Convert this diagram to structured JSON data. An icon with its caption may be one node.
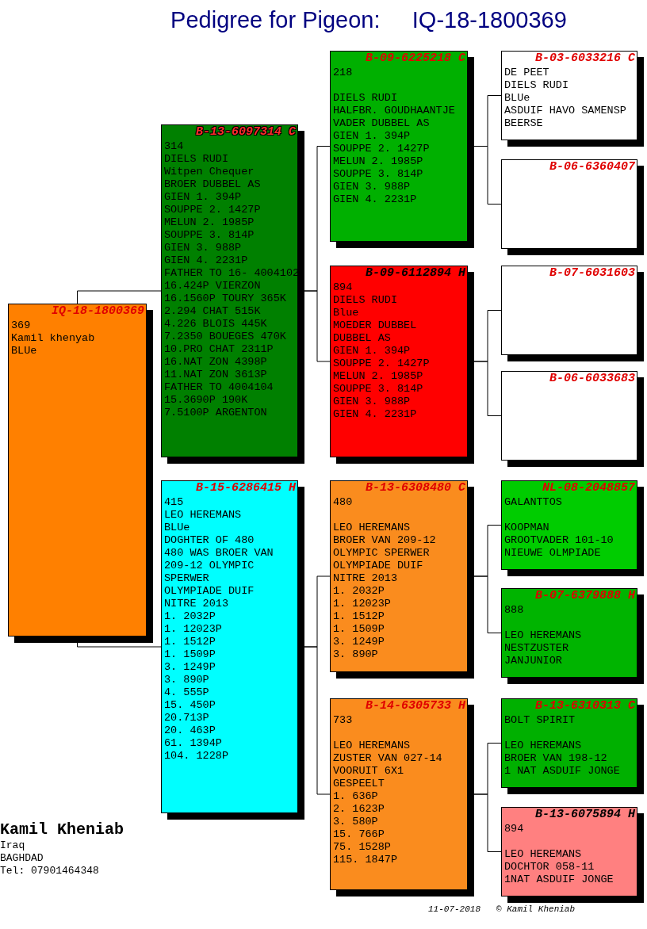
{
  "diagram": {
    "title": "Pedigree for Pigeon:     IQ-18-1800369",
    "nodes": [
      {
        "text": [
          "IQ-18-1800369",
          "369",
          "Kamil khenyab",
          "BLUe"
        ]
      },
      {
        "text": [
          "B-13-6097314 C",
          "314",
          "DIELS RUDI",
          "Witpen Chequer",
          "BROER DUBBEL AS",
          "GIEN 1. 394P",
          "SOUPPE 2. 1427P",
          "MELUN 2. 1985P",
          "SOUPPE 3. 814P",
          "GIEN 3. 988P",
          "GIEN 4. 2231P",
          "FATHER TO 16- 4004102",
          "16.424P VIERZON",
          "16.1560P TOURY 365K",
          "2.294 CHAT 515K",
          "4.226 BLOIS 445K",
          "7.2350 BOUEGES 470K",
          "10.PRO CHAT 2311P",
          "16.NAT ZON 4398P",
          "11.NAT ZON 3613P",
          "FATHER TO 4004104",
          "15.3690P 190K",
          "7.5100P ARGENTON"
        ]
      },
      {
        "text": [
          "B-15-6286415 H",
          "415",
          "LEO HEREMANS",
          "BLUe",
          "DOGHTER OF 480",
          "480 WAS BROER VAN",
          "209-12 OLYMPIC",
          "SPERWER",
          "OLYMPIADE DUIF",
          "NITRE 2013",
          "1. 2032P",
          "1. 12023P",
          "1. 1512P",
          "1. 1509P",
          "3. 1249P",
          "3. 890P",
          "4. 555P",
          "15. 450P",
          "20.713P",
          "20. 463P",
          "61. 1394P",
          "104. 1228P"
        ]
      },
      {
        "text": [
          "B-09-6225218 C",
          "218",
          "DIELS RUDI",
          "HALFBR. GOUDHAANTJE",
          "VADER DUBBEL AS",
          "GIEN 1. 394P",
          "SOUPPE 2. 1427P",
          "MELUN 2. 1985P",
          "SOUPPE 3. 814P",
          "GIEN 3. 988P",
          "GIEN 4. 2231P"
        ]
      },
      {
        "text": [
          "B-09-6112894 H",
          "894",
          "DIELS RUDI",
          "Blue",
          "MOEDER DUBBEL",
          "DUBBEL AS",
          "GIEN 1. 394P",
          "SOUPPE 2. 1427P",
          "MELUN 2. 1985P",
          "SOUPPE 3. 814P",
          "GIEN 3. 988P",
          "GIEN 4. 2231P"
        ]
      },
      {
        "text": [
          "B-13-6308480 C",
          "480",
          "LEO HEREMANS",
          "BROER VAN 209-12",
          "OLYMPIC SPERWER",
          "OLYMPIADE DUIF",
          "NITRE 2013",
          "1. 2032P",
          "1. 12023P",
          "1. 1512P",
          "1. 1509P",
          "3. 1249P",
          "3. 890P"
        ]
      },
      {
        "text": [
          "B-14-6305733 H",
          "733",
          "LEO HEREMANS",
          "ZUSTER VAN 027-14",
          "VOORUIT 6X1",
          "GESPEELT",
          "1. 636P",
          "2. 1623P",
          "3. 580P",
          "15. 766P",
          "75. 1528P",
          "115. 1847P"
        ]
      },
      {
        "text": [
          "B-03-6033216 C",
          "DE PEET",
          "DIELS RUDI",
          "BLUe",
          "ASDUIF HAVO SAMENSP",
          "BEERSE"
        ]
      },
      {
        "text": [
          "B-06-6360407"
        ]
      },
      {
        "text": [
          "B-07-6031603"
        ]
      },
      {
        "text": [
          "B-06-6033683"
        ]
      },
      {
        "text": [
          "NL-08-2048857",
          "GALANTTOS",
          "KOOPMAN",
          "GROOTVADER 101-10",
          "NIEUWE OLMPIADE"
        ]
      },
      {
        "text": [
          "B-07-6379888 H",
          "888",
          "LEO HEREMANS",
          "NESTZUSTER",
          "JANJUNIOR"
        ]
      },
      {
        "text": [
          "B-13-6310313 C",
          "BOLT SPIRIT",
          "LEO HEREMANS",
          "BROER VAN 198-12",
          "1 NAT ASDUIF JONGE"
        ]
      },
      {
        "text": [
          "B-13-6075894 H",
          "894",
          "LEO HEREMANS",
          "DOCHTOR 058-11",
          "1NAT ASDUIF JONGE"
        ]
      }
    ],
    "edges": [
      {
        "from": 0,
        "to": 1,
        "arrow": "none"
      },
      {
        "from": 0,
        "to": 2,
        "arrow": "none"
      },
      {
        "from": 1,
        "to": 3,
        "arrow": "none"
      },
      {
        "from": 1,
        "to": 4,
        "arrow": "none"
      },
      {
        "from": 2,
        "to": 5,
        "arrow": "none"
      },
      {
        "from": 2,
        "to": 6,
        "arrow": "none"
      },
      {
        "from": 3,
        "to": 7,
        "arrow": "none"
      },
      {
        "from": 3,
        "to": 8,
        "arrow": "none"
      },
      {
        "from": 4,
        "to": 9,
        "arrow": "none"
      },
      {
        "from": 4,
        "to": 10,
        "arrow": "none"
      },
      {
        "from": 5,
        "to": 11,
        "arrow": "none"
      },
      {
        "from": 5,
        "to": 12,
        "arrow": "none"
      },
      {
        "from": 6,
        "to": 13,
        "arrow": "none"
      },
      {
        "from": 6,
        "to": 14,
        "arrow": "none"
      }
    ],
    "labels": [
      "Kamil Kheniab",
      "Iraq",
      "BAGHDAD",
      "Tel: 07901464348",
      "11-07-2018",
      "© Kamil Kheniab"
    ]
  }
}
